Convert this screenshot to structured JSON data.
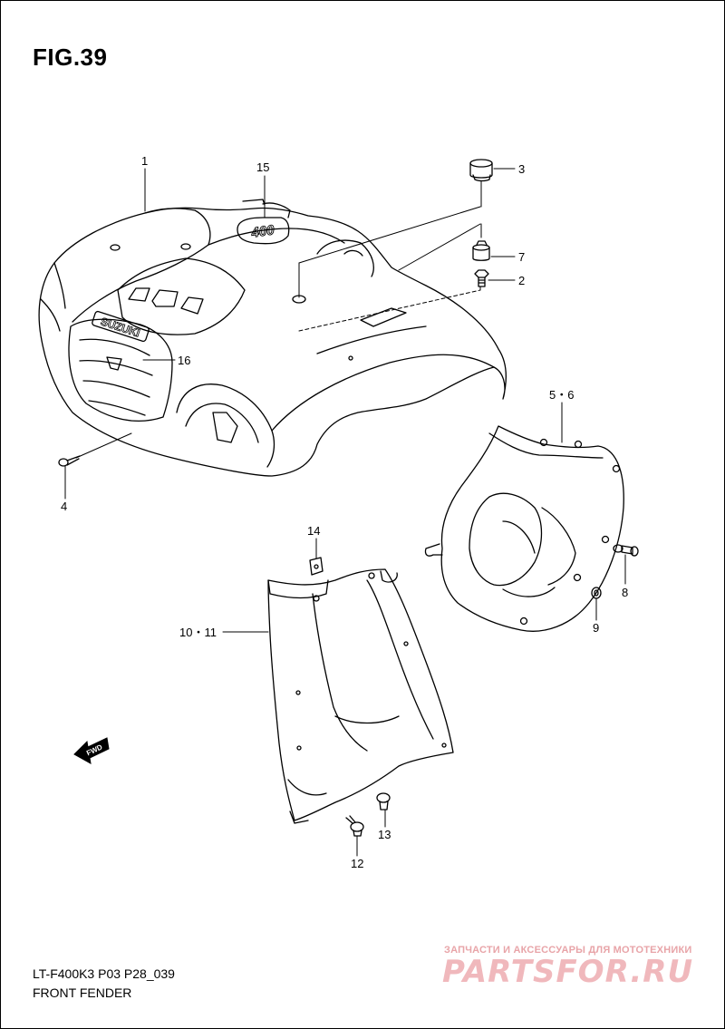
{
  "figure": {
    "title": "FIG.39"
  },
  "callouts": {
    "c1": "1",
    "c15": "15",
    "c3": "3",
    "c7": "7",
    "c2": "2",
    "c16": "16",
    "c4": "4",
    "c56": "5・6",
    "c8": "8",
    "c9": "9",
    "c14": "14",
    "c1011": "10・11",
    "c13": "13",
    "c12": "12"
  },
  "fwd_label": "FWD",
  "emblems": {
    "brand": "SUZUKI",
    "model": "400"
  },
  "footer": {
    "code": "LT-F400K3 P03 P28_039",
    "name": "FRONT FENDER"
  },
  "watermark": {
    "caption": "ЗАПЧАСТИ И АКСЕССУАРЫ ДЛЯ МОТОТЕХНИКИ",
    "logo": "PARTSFOR.RU"
  },
  "colors": {
    "line": "#000000",
    "watermark": "#f0b8bc",
    "background": "#ffffff"
  }
}
